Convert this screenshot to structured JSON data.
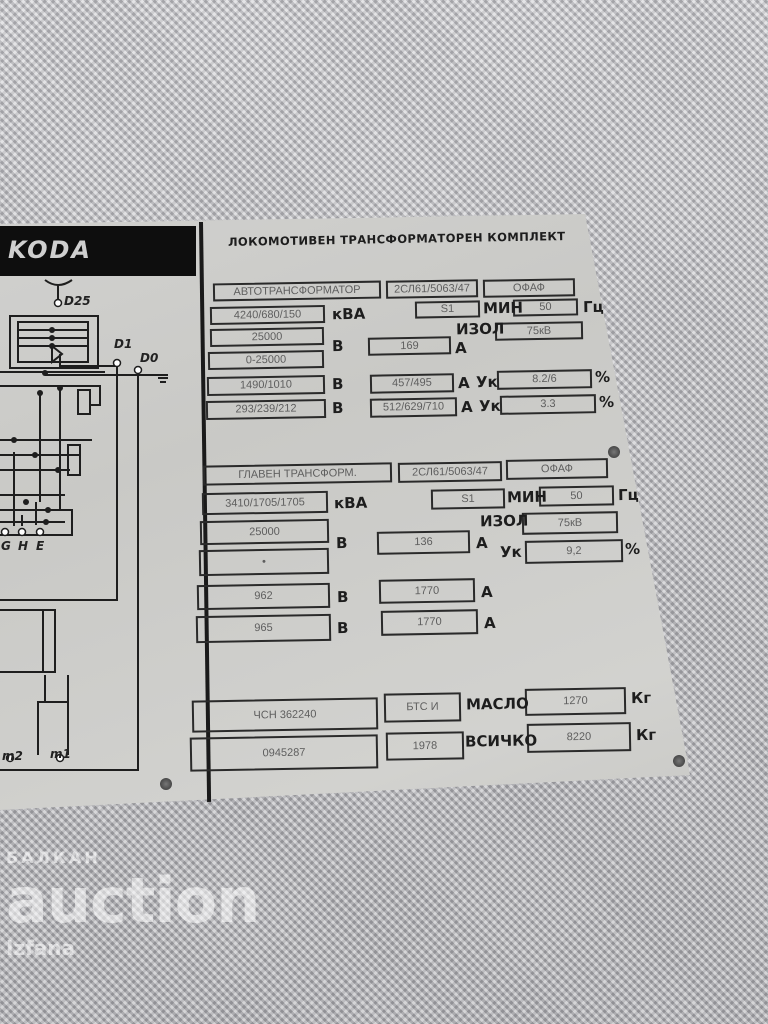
{
  "plate": {
    "logo": "KODA",
    "title": "ЛОКОМОТИВЕН ТРАНСФОРМАТОРЕН КОМПЛЕКТ",
    "autotransformer": {
      "name": "АВТОТРАНСФОРМАТОР",
      "type": "2СЛ61/5063/47",
      "cooling": "ОФАФ",
      "power": "4240/680/150",
      "power_unit": "кВА",
      "duty": "S1",
      "min_label": "МИН",
      "frequency": "50",
      "frequency_unit": "Гц",
      "voltage_1": "25000",
      "voltage_2": "0-25000",
      "voltage_unit": "В",
      "current_1": "169",
      "current_unit": "А",
      "insulation_label": "ИЗОЛ",
      "insulation": "75кВ",
      "voltage_3": "1490/1010",
      "current_3": "457/495",
      "uk_label": "Ук",
      "uk_1": "8.2/6",
      "percent": "%",
      "voltage_4": "293/239/212",
      "current_4": "512/629/710",
      "uk_2": "3.3"
    },
    "main_transformer": {
      "name": "ГЛАВЕН ТРАНСФОРМ.",
      "type": "2СЛ61/5063/47",
      "cooling": "ОФАФ",
      "power": "3410/1705/1705",
      "power_unit": "кВА",
      "duty": "S1",
      "min_label": "МИН",
      "frequency": "50",
      "frequency_unit": "Гц",
      "voltage_1": "25000",
      "voltage_2": "•",
      "voltage_unit": "В",
      "current_1": "136",
      "current_unit": "А",
      "insulation_label": "ИЗОЛ",
      "insulation": "75кВ",
      "uk_label": "Ук",
      "uk": "9,2",
      "percent": "%",
      "voltage_3": "962",
      "current_3": "1770",
      "voltage_4": "965",
      "current_4": "1770"
    },
    "footer": {
      "standard": "ЧСН 362240",
      "maker": "БТС И",
      "oil_label": "МАСЛО",
      "oil": "1270",
      "kg": "Кг",
      "serial": "0945287",
      "year": "1978",
      "total_label": "ВСИЧКО",
      "total": "8220"
    },
    "diagram_labels": {
      "d25": "D25",
      "d1": "D1",
      "d0": "D0",
      "g": "G",
      "h": "H",
      "e": "E",
      "m2": "m2",
      "m1": "m1"
    }
  },
  "watermark": {
    "line1": "БАЛКАН",
    "line2": "auction",
    "line3": "Izfana"
  }
}
